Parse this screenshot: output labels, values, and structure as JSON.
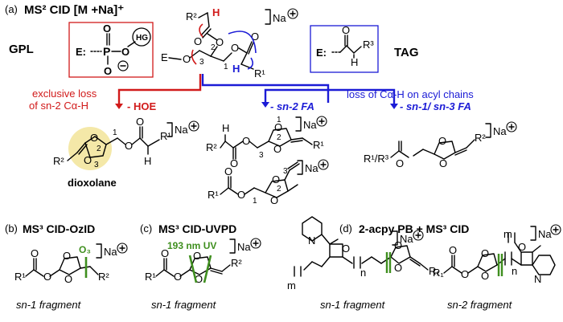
{
  "colors": {
    "red": "#d11a1a",
    "blue": "#1b1bd6",
    "green": "#3f8f1f",
    "highlight": "#f4e8a8"
  },
  "panel_a": {
    "label": "(a)",
    "title": "MS² CID [M +Na]⁺",
    "gpl": {
      "label": "GPL",
      "e_label": "E:",
      "group": "HG"
    },
    "tag": {
      "label": "TAG",
      "e_label": "E:",
      "r3": "R³"
    },
    "precursor": {
      "r1": "R¹",
      "r2": "R²",
      "e": "E",
      "pos1": "1",
      "pos2": "2",
      "pos3": "3",
      "adduct": "Na",
      "h": "H"
    },
    "red_branch": {
      "line1": "exclusive loss",
      "line2": "of sn-2 Cα-H",
      "loss": "- HOE"
    },
    "blue_branch": {
      "caption": "loss of Cα-H on acyl chains",
      "loss_sn2": "- sn-2 FA",
      "loss_sn13": "- sn-1/ sn-3 FA"
    },
    "dioxolane": {
      "label": "dioxolane",
      "r1": "R¹",
      "r2": "R²",
      "h": "H",
      "pos1": "1",
      "pos2": "2",
      "pos3": "3",
      "adduct": "Na"
    },
    "sn2_products": {
      "r1": "R¹",
      "r2": "R²",
      "h": "H",
      "pos1": "1",
      "pos2": "2",
      "pos3": "3",
      "adduct": "Na"
    },
    "sn13_product": {
      "r13": "R¹/R³",
      "r2": "R²",
      "adduct": "Na"
    }
  },
  "panel_b": {
    "label": "(b)",
    "title": "MS³ CID-OzID",
    "reagent": "O₃",
    "r1": "R¹",
    "r2": "R²",
    "fragment": "sn-1 fragment",
    "adduct": "Na"
  },
  "panel_c": {
    "label": "(c)",
    "title": "MS³ CID-UVPD",
    "reagent": "193 nm UV",
    "r1": "R¹",
    "r2": "R²",
    "fragment": "sn-1 fragment",
    "adduct": "Na"
  },
  "panel_d": {
    "label": "(d)",
    "title": "2-acpy PB + MS³ CID",
    "left": {
      "m": "m",
      "n": "n",
      "r1": "R₁",
      "fragment": "sn-1 fragment",
      "adduct": "Na"
    },
    "right": {
      "m": "m",
      "n": "n",
      "r1": "R₁",
      "fragment": "sn-2 fragment",
      "adduct": "Na"
    }
  }
}
